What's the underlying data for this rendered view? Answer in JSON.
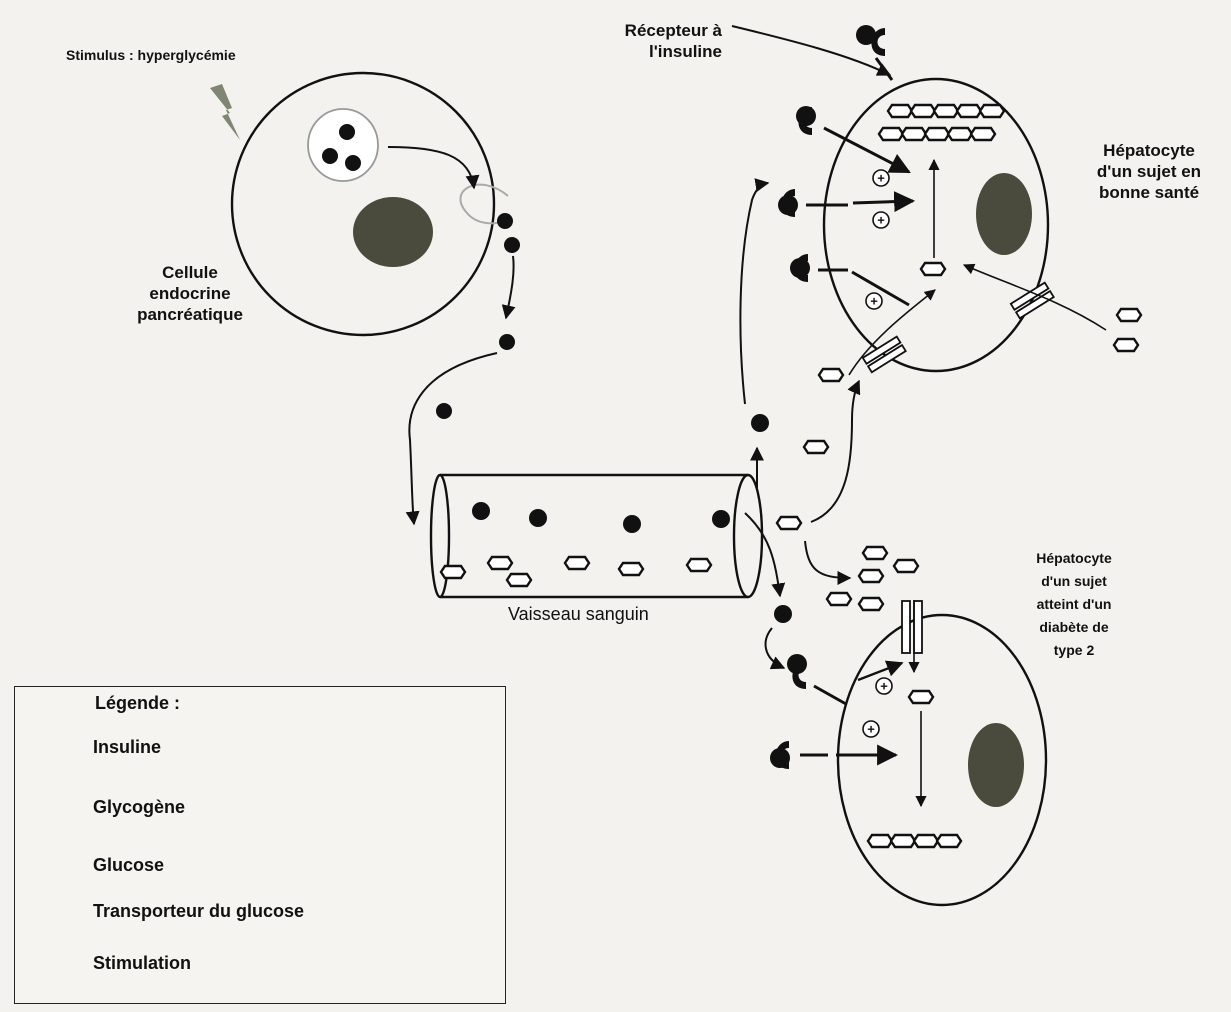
{
  "labels": {
    "stimulus": "Stimulus : hyperglycémie",
    "pancreatic_cell": [
      "Cellule",
      "endocrine",
      "pancréatique"
    ],
    "insulin_receptor": [
      "Récepteur à",
      "l'insuline"
    ],
    "healthy_hepatocyte": [
      "Hépatocyte",
      "d'un sujet en",
      "bonne santé"
    ],
    "diabetic_hepatocyte": [
      "Hépatocyte",
      "d'un sujet",
      "atteint d'un",
      "diabète de",
      "type 2"
    ],
    "blood_vessel": "Vaisseau sanguin"
  },
  "legend": {
    "title": "Légende :",
    "insulin": "Insuline",
    "glycogen": "Glycogène",
    "glucose": "Glucose",
    "transporter": "Transporteur du glucose",
    "stimulation": "Stimulation"
  },
  "symbols": {
    "stimulation_sign": "+"
  },
  "colors": {
    "nucleus": "#4a4b3c",
    "insulin": "#111111",
    "stimulus_bolt": "#7f8774",
    "background": "#f3f2ef"
  }
}
